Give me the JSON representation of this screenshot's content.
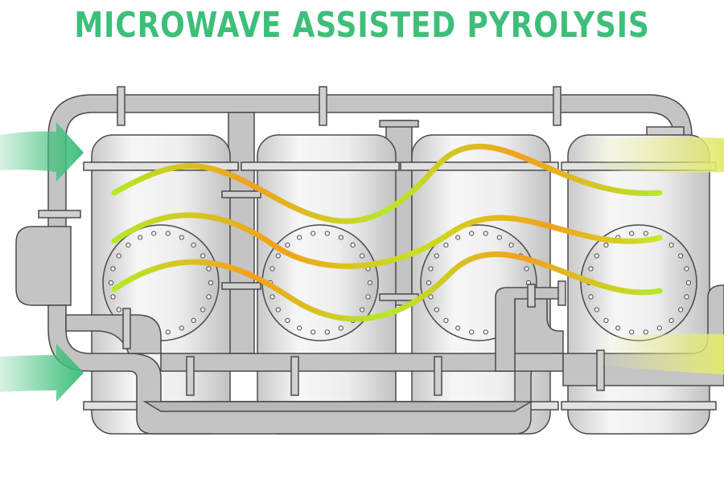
{
  "title": "MICROWAVE ASSISTED PYROLYSIS",
  "colors": {
    "title": "#3dbf7a",
    "arrow_green": "#3dbf7a",
    "arrow_yellow": "#e6ee8a",
    "wave_green": "#b8e82a",
    "wave_orange": "#f2a11b",
    "metal_light": "#f2f2f2",
    "metal_mid": "#c8c8c8",
    "pipe": "#c4c4c4",
    "outline": "#4a4a4a"
  },
  "diagram": {
    "vessel_count": 4,
    "inlet_arrows": 2,
    "outlet_glows": 2,
    "microwave_waves": 3
  }
}
